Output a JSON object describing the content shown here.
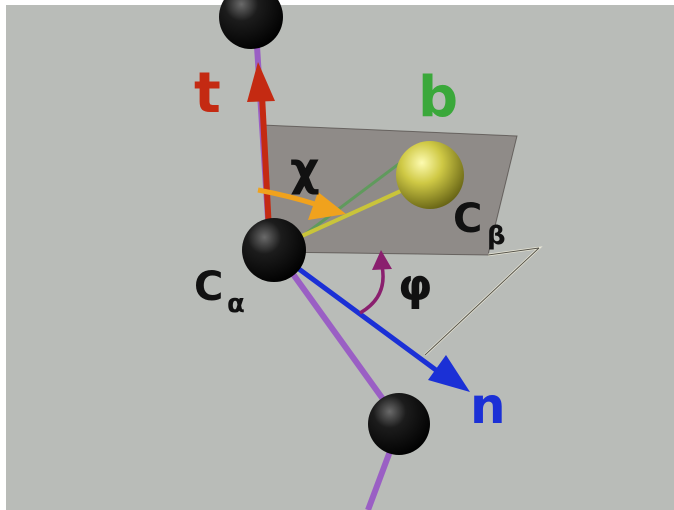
{
  "labels": {
    "t": "t",
    "b": "b",
    "chi": "χ",
    "c_beta_main": "C",
    "c_beta_sub": "β",
    "c_alpha_main": "C",
    "c_alpha_sub": "α",
    "phi": "φ",
    "n": "n"
  },
  "colors": {
    "background": "#b9bcb8",
    "border": "#ffffff",
    "t_vector": "#c42a12",
    "b_vector": "#3aa83a",
    "n_vector": "#1b30d6",
    "chi_arrow": "#f0a21d",
    "phi_arrow": "#8a1f6e",
    "backbone": "#9a5fc4",
    "plane": "#6e6360",
    "beta_atom": "#c9c43a",
    "atom": "#111111",
    "label_text": "#111111"
  }
}
